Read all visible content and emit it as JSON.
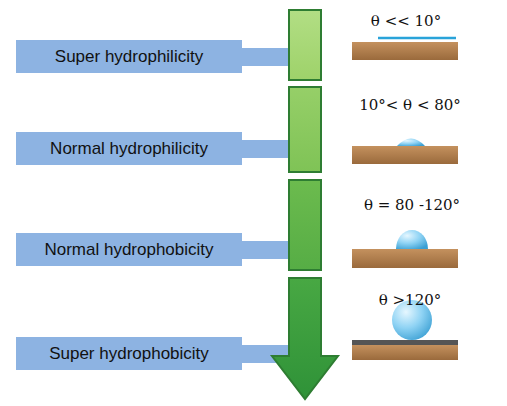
{
  "diagram": {
    "nodes": [
      {
        "text": [
          "Super hydrophilicity"
        ]
      },
      {
        "text": [
          "Normal hydrophilicity"
        ]
      },
      {
        "text": [
          "Normal hydrophobicity"
        ]
      },
      {
        "text": [
          "Super hydrophobicity"
        ]
      }
    ],
    "labels": [
      "θ << 10°",
      "10°< θ < 80°",
      "θ = 80 -120°",
      "θ >120°"
    ]
  }
}
